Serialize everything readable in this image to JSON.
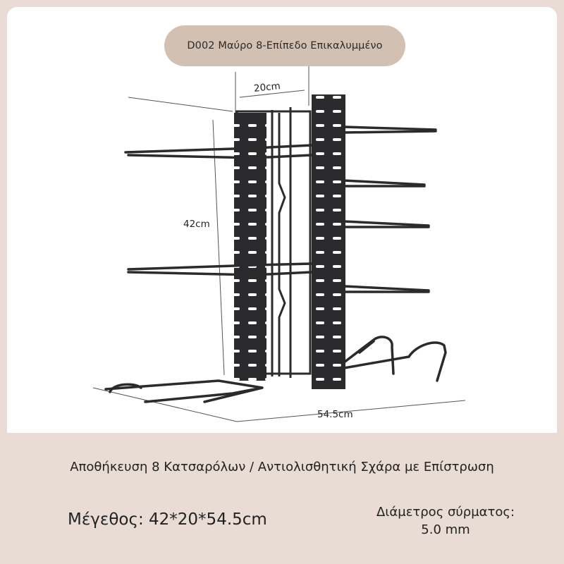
{
  "header": {
    "variant_label": "D002 Μαύρο 8-Επίπεδο Επικαλυμμένο"
  },
  "dimensions": {
    "width": "20cm",
    "height": "42cm",
    "length": "54.5cm"
  },
  "caption": "Αποθήκευση 8 Κατσαρόλων / Αντιολισθητική Σχάρα με Επίστρωση",
  "size_text": "Μέγεθος: 42*20*54.5cm",
  "wire_diameter": {
    "label": "Διάμετρος σύρματος:",
    "value": "5.0 mm"
  },
  "colors": {
    "background": "#e8dcd4",
    "pill": "#d2c0b3",
    "rack": "#2b2b2d"
  }
}
